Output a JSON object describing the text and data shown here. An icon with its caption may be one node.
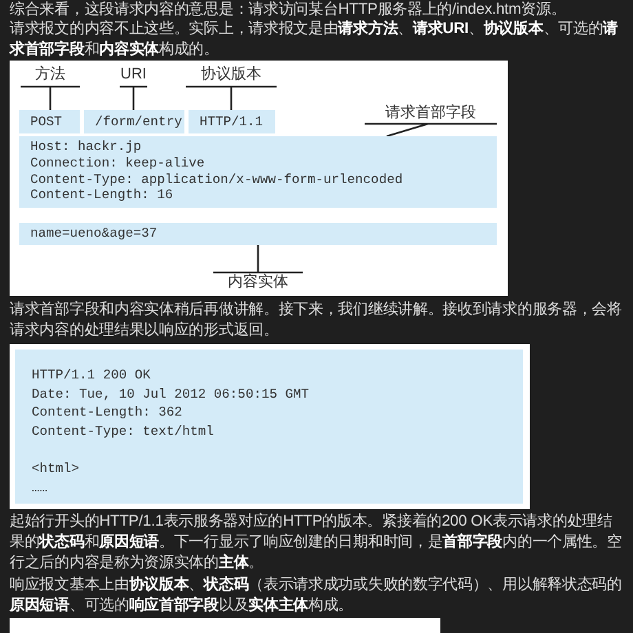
{
  "diagram": {
    "nodes": [
      {
        "text": [
          "方法"
        ]
      },
      {
        "text": [
          "URI"
        ]
      },
      {
        "text": [
          "协议版本"
        ]
      },
      {
        "text": [
          "POST"
        ]
      },
      {
        "text": [
          "/form/entry"
        ]
      },
      {
        "text": [
          "HTTP/1.1"
        ]
      },
      {
        "text": [
          "请求首部字段"
        ]
      },
      {
        "text": [
          "Host: hackr.jp",
          "Connection: keep-alive",
          "Content-Type: application/x-www-form-urlencoded",
          "Content-Length: 16"
        ]
      },
      {
        "text": [
          "name=ueno&age=37"
        ]
      },
      {
        "text": [
          "内容实体"
        ]
      },
      {
        "text": [
          "HTTP/1.1 200 OK",
          "Date: Tue, 10 Jul 2012 06:50:15 GMT",
          "Content-Length: 362",
          "Content-Type: text/html",
          "<html>",
          "……"
        ]
      }
    ],
    "edges": [
      {
        "from": 0,
        "to": 3,
        "arrow": "none"
      },
      {
        "from": 1,
        "to": 4,
        "arrow": "none"
      },
      {
        "from": 2,
        "to": 5,
        "arrow": "none"
      },
      {
        "from": 6,
        "to": 7,
        "arrow": "none"
      },
      {
        "from": 9,
        "to": 8,
        "arrow": "none"
      }
    ],
    "labels": [
      "综合来看，这段请求内容的意思是：请求访问某台HTTP服务器上的/index.htm资源。",
      "请求报文的内容不止这些。实际上，请求报文是由**请求方法**、**请求URI**、**协议版本**、可选的**请求首部字段**和**内容实体**构成的。",
      "请求首部字段和内容实体稍后再做讲解。接下来，我们继续讲解。接收到请求的服务器，会将请求内容的处理结果以响应的形式返回。",
      "起始行开头的HTTP/1.1表示服务器对应的HTTP的版本。紧接着的200 OK表示请求的处理结果的**状态码**和**原因短语**。下一行显示了响应创建的日期和时间，是**首部字段**内的一个属性。空行之后的内容是称为资源实体的**主体**。",
      "响应报文基本上由**协议版本**、**状态码**（表示请求成功或失败的数字代码）、用以解释状态码的**原因短语**、可选的**响应首部字段**以及**实体主体**构成。"
    ]
  }
}
